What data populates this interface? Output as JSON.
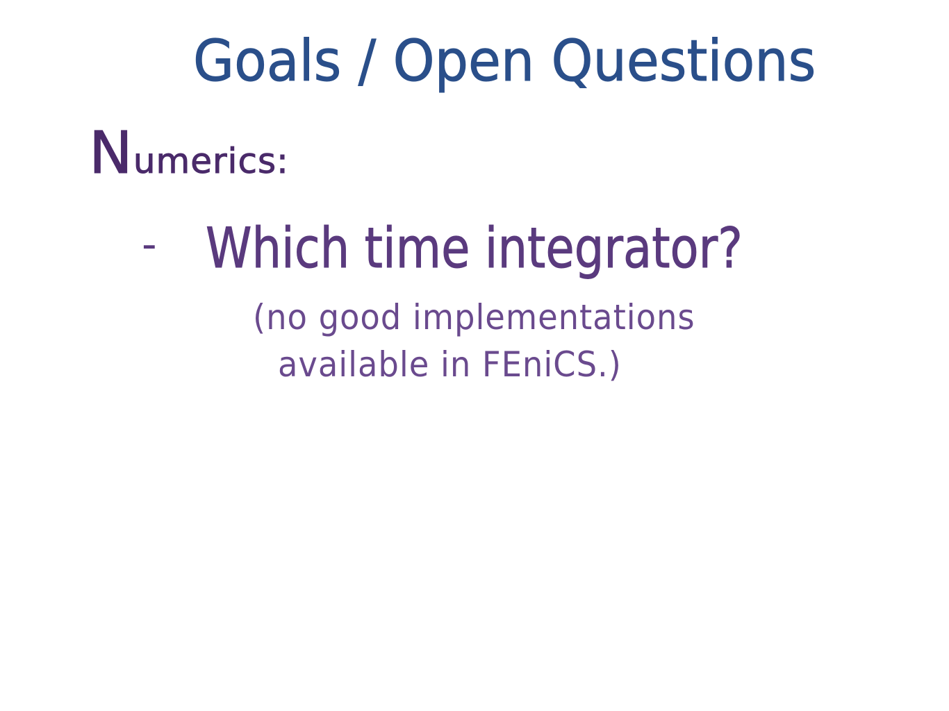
{
  "title": "Goals / Open Questions",
  "section": {
    "initial": "N",
    "rest": "umerics:"
  },
  "bullet": {
    "marker": "-",
    "text": "Which time integrator?"
  },
  "note": {
    "line1": "(no good implementations",
    "line2": "available in FEniCS.)"
  },
  "colors": {
    "title": "#2a4f8a",
    "section": "#4a2a6a",
    "body": "#5a3a7e",
    "note": "#6a4a8e"
  }
}
